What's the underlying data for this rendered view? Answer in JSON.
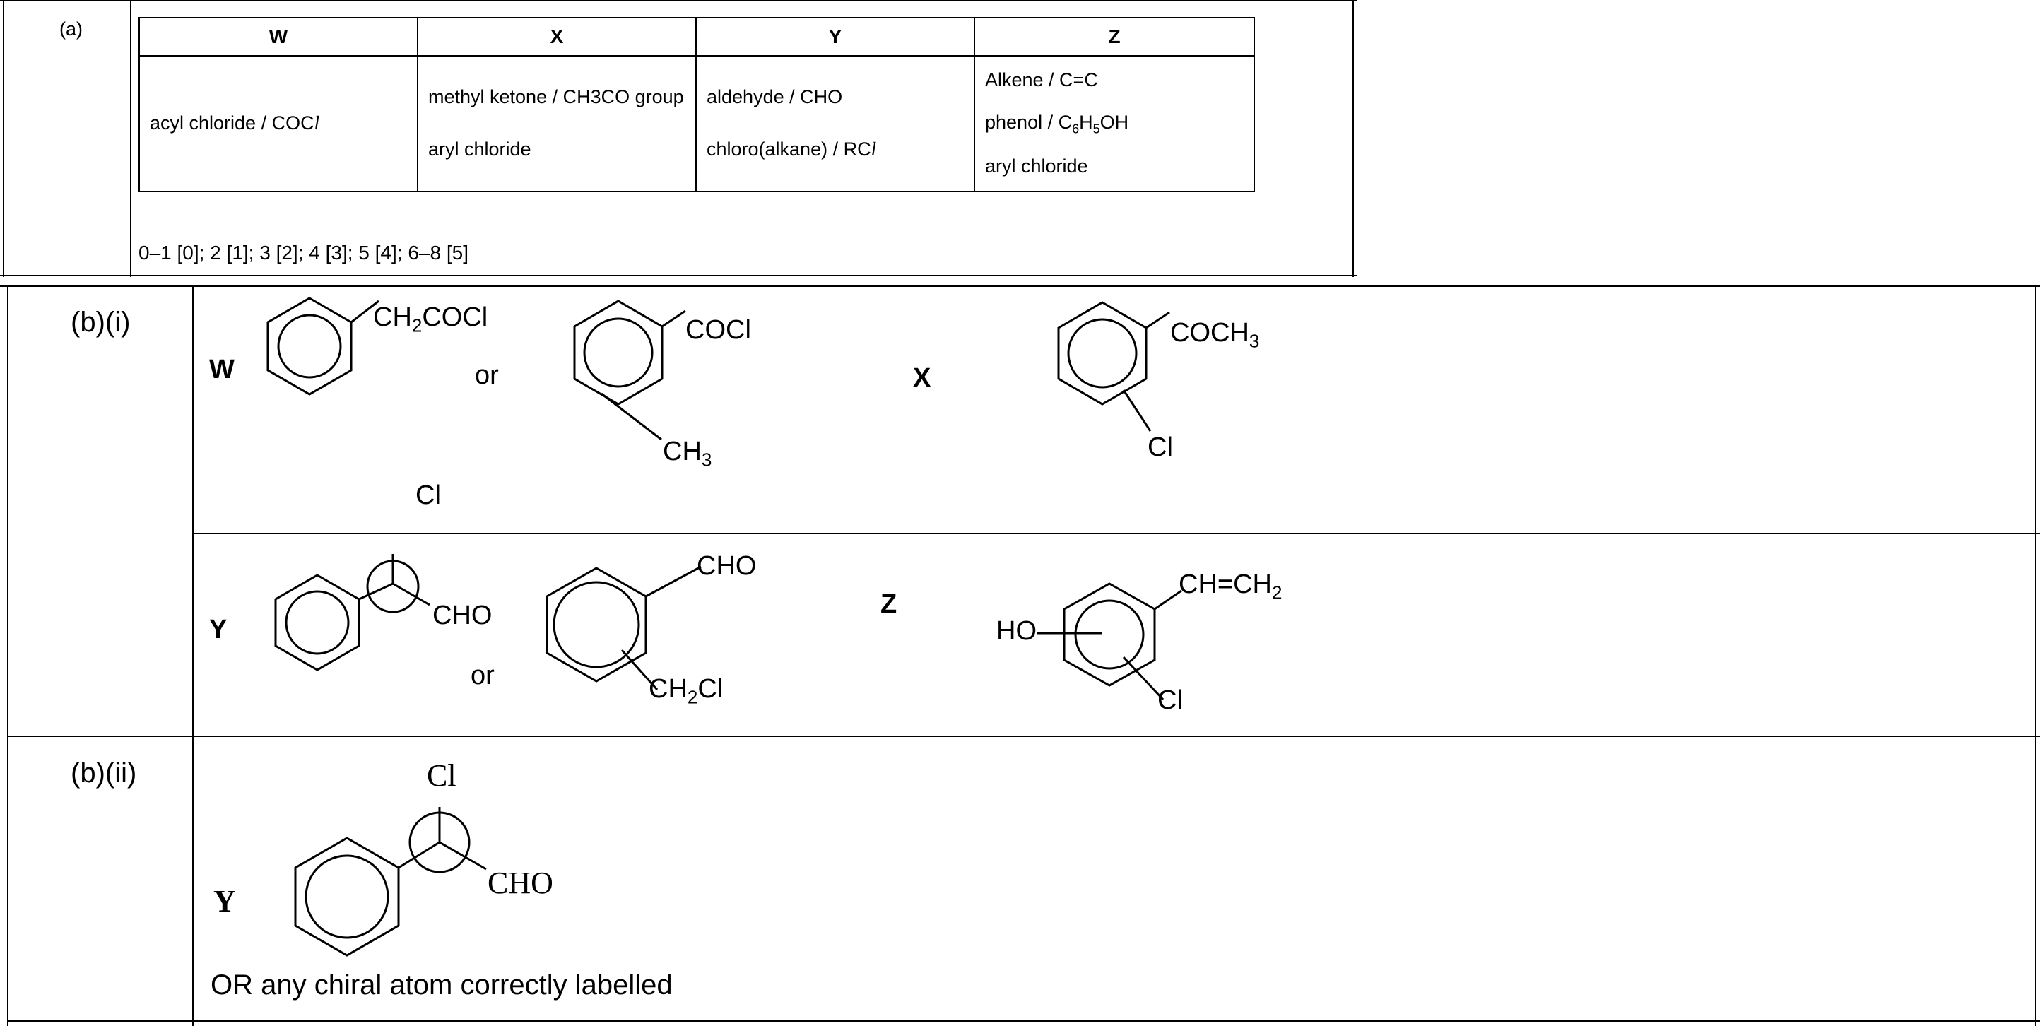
{
  "part_a": {
    "label": "(a)",
    "headers": [
      "W",
      "X",
      "Y",
      "Z"
    ],
    "col_w": [
      "acyl chloride / COC",
      "l"
    ],
    "col_x": [
      "methyl ketone / CH3CO group",
      "aryl chloride"
    ],
    "col_y": [
      "aldehyde / CHO",
      "chloro(alkane) / RC",
      "l"
    ],
    "col_z": [
      "Alkene / C=C",
      "phenol / C",
      "6",
      "H",
      "5",
      "OH",
      "aryl chloride"
    ],
    "marks": "0–1 [0]; 2 [1]; 3 [2]; 4 [3]; 5 [4]; 6–8 [5]"
  },
  "part_bi": {
    "label": "(b)(i)",
    "w_letter": "W",
    "w1_sub": [
      "CH",
      "2",
      "COCl"
    ],
    "or": "or",
    "w2_sub": "COCl",
    "w2_sub2": [
      "CH",
      "3"
    ],
    "stray_cl": "Cl",
    "x_letter": "X",
    "x_sub": [
      "COCH",
      "3"
    ],
    "x_sub2": "Cl",
    "y_letter": "Y",
    "y1_sub": "CHO",
    "y2_sub": "CHO",
    "y2_sub2": [
      "CH",
      "2",
      "Cl"
    ],
    "z_letter": "Z",
    "z_sub": [
      "CH=CH",
      "2"
    ],
    "z_ho": "HO",
    "z_cl": "Cl"
  },
  "part_bii": {
    "label": "(b)(ii)",
    "y_letter": "Y",
    "cl": "Cl",
    "cho": "CHO",
    "note": "OR any chiral atom correctly labelled"
  }
}
